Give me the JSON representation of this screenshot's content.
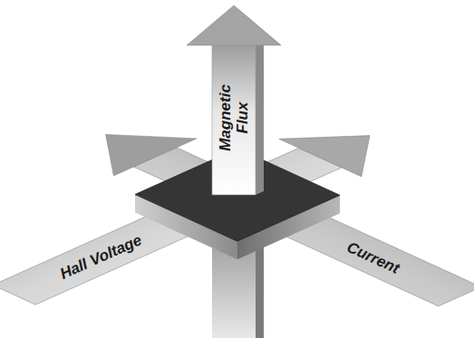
{
  "diagram": {
    "labels": [
      "Magnetic Flux",
      "Hall Voltage",
      "Current"
    ]
  }
}
